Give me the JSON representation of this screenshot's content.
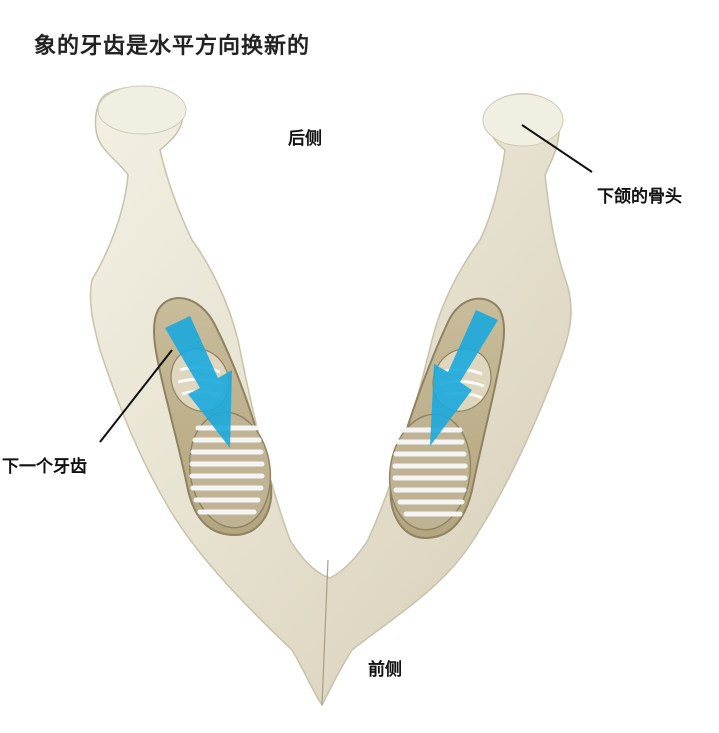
{
  "title": "象的牙齿是水平方向换新的",
  "labels": {
    "back": "后侧",
    "front": "前侧",
    "jaw_bone": "下颌的骨头",
    "next_tooth": "下一个牙齿"
  },
  "colors": {
    "bone": "#ebe7d8",
    "bone_shadow": "#cfc9b4",
    "arrow": "#1aa8dc",
    "tooth_plate": "#e8e8e8",
    "tooth_ridge": "#8a8270"
  }
}
